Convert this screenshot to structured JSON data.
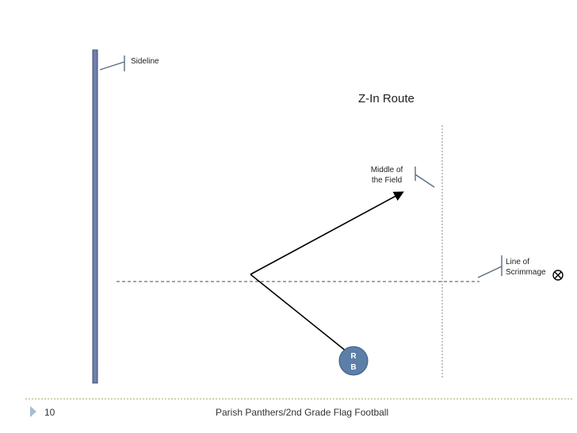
{
  "slide": {
    "title": "Z-In Route",
    "labels": {
      "sideline": "Sideline",
      "middle_line1": "Middle of",
      "middle_line2": "the Field",
      "los_line1": "Line of",
      "los_line2": "Scrimmage"
    },
    "player": {
      "line1": "R",
      "line2": "B",
      "color": "#5b7fa6"
    },
    "colors": {
      "sideline_bar": "#6f7fae",
      "callout": "#5a6a86",
      "arrow": "#000000",
      "footer_rule": "#b7c98c",
      "footer_bullet": "#a8bcd1"
    }
  },
  "footer": {
    "page_number": "10",
    "text": "Parish Panthers/2nd Grade Flag Football"
  }
}
